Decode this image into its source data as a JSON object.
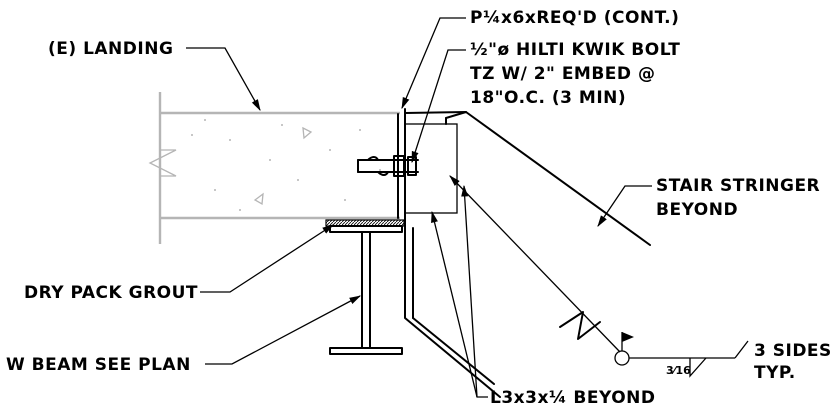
{
  "labels": {
    "landing": "(E) LANDING",
    "plate": "P¼x6xREQ'D (CONT.)",
    "bolt_line1": "½\"ø HILTI KWIK BOLT",
    "bolt_line2": "TZ W/ 2\" EMBED @",
    "bolt_line3": "18\"O.C. (3 MIN)",
    "stringer_line1": "STAIR STRINGER",
    "stringer_line2": "BEYOND",
    "grout": "DRY PACK GROUT",
    "beam": "W BEAM SEE PLAN",
    "angle": "L3x3x¼ BEYOND",
    "weld_size": "3⁄16",
    "weld_note_line1": "3 SIDES",
    "weld_note_line2": "TYP."
  }
}
